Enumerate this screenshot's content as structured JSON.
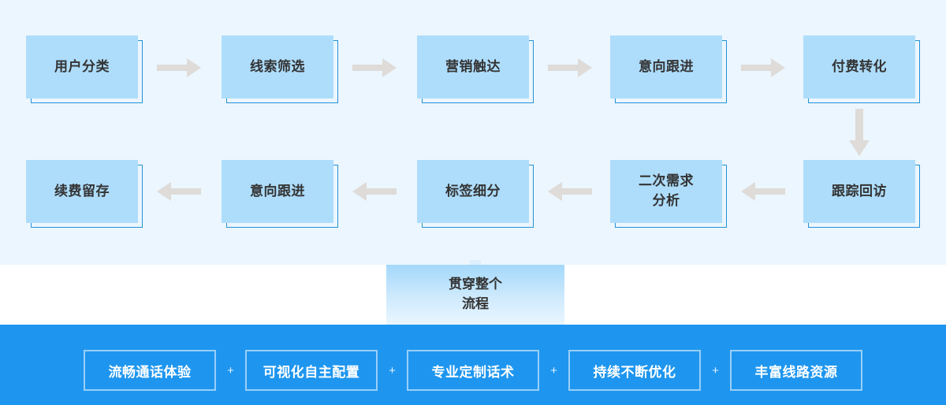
{
  "colors": {
    "flow_background": "#ecf6fe",
    "box_fill": "#aeddfb",
    "box_outline": "#2291d8",
    "arrow": "#dedbd8",
    "bottom_bar": "#1e96ef",
    "pill_border": "rgba(255,255,255,0.55)",
    "text_dark": "#333333",
    "text_light": "#ffffff",
    "page_background": "#ffffff"
  },
  "flow": {
    "row1": [
      {
        "label": "用户分类"
      },
      {
        "label": "线索筛选"
      },
      {
        "label": "营销触达"
      },
      {
        "label": "意向跟进"
      },
      {
        "label": "付费转化"
      }
    ],
    "row2": [
      {
        "label": "续费留存"
      },
      {
        "label": "意向跟进"
      },
      {
        "label": "标签细分"
      },
      {
        "label": "二次需求\n分析",
        "line1": "二次需求",
        "line2": "分析"
      },
      {
        "label": "跟踪回访"
      }
    ],
    "arrows_row1": [
      {
        "direction": "right"
      },
      {
        "direction": "right"
      },
      {
        "direction": "right"
      },
      {
        "direction": "right"
      }
    ],
    "arrows_row2": [
      {
        "direction": "left"
      },
      {
        "direction": "left"
      },
      {
        "direction": "left"
      },
      {
        "direction": "left"
      }
    ],
    "connector": {
      "direction": "down",
      "from": "付费转化",
      "to": "跟踪回访"
    }
  },
  "span_card": {
    "line1": "贯穿整个",
    "line2": "流程"
  },
  "bottom": {
    "separator": "+",
    "features": [
      {
        "label": "流畅通话体验"
      },
      {
        "label": "可视化自主配置"
      },
      {
        "label": "专业定制话术"
      },
      {
        "label": "持续不断优化"
      },
      {
        "label": "丰富线路资源"
      }
    ]
  }
}
